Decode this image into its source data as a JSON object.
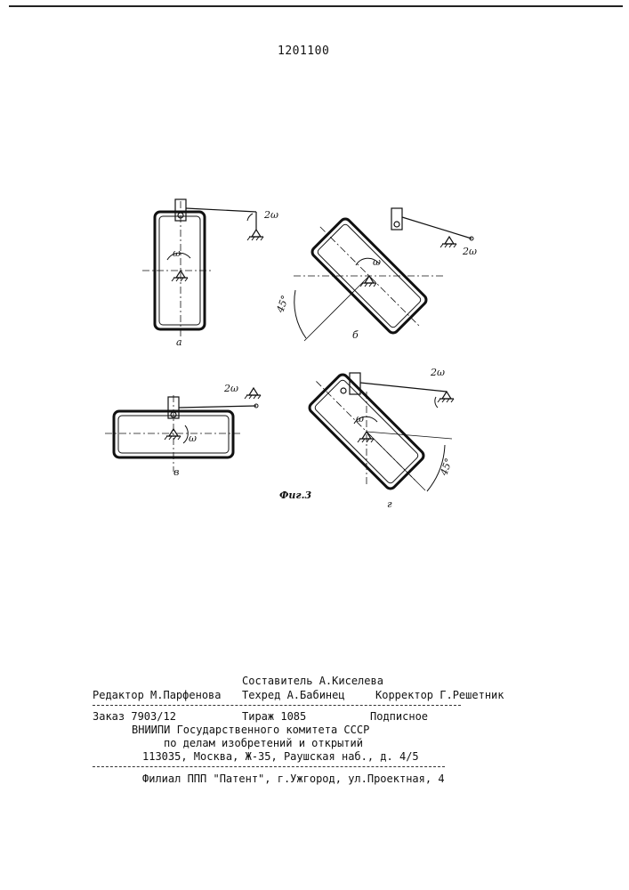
{
  "header": {
    "patent_number": "1201100"
  },
  "figure": {
    "caption": "Фиг.3",
    "panels": [
      {
        "label": "а",
        "angle_label": ""
      },
      {
        "label": "б",
        "angle_label": "45°"
      },
      {
        "label": "в",
        "angle_label": ""
      },
      {
        "label": "г",
        "angle_label": "45°"
      }
    ],
    "omega": "ω",
    "two_omega": "2ω"
  },
  "footer": {
    "compiler": "Составитель А.Киселева",
    "editor": "Редактор М.Парфенова",
    "techred": "Техред А.Бабинец",
    "corrector": "Корректор Г.Решетник",
    "order": "Заказ 7903/12",
    "circulation": "Тираж 1085",
    "subscription": "Подписное",
    "org_line1": "ВНИИПИ Государственного комитета СССР",
    "org_line2": "по делам изобретений и открытий",
    "address": "113035, Москва, Ж-35, Раушская наб., д. 4/5",
    "branch": "Филиал ППП \"Патент\", г.Ужгород, ул.Проектная, 4"
  }
}
